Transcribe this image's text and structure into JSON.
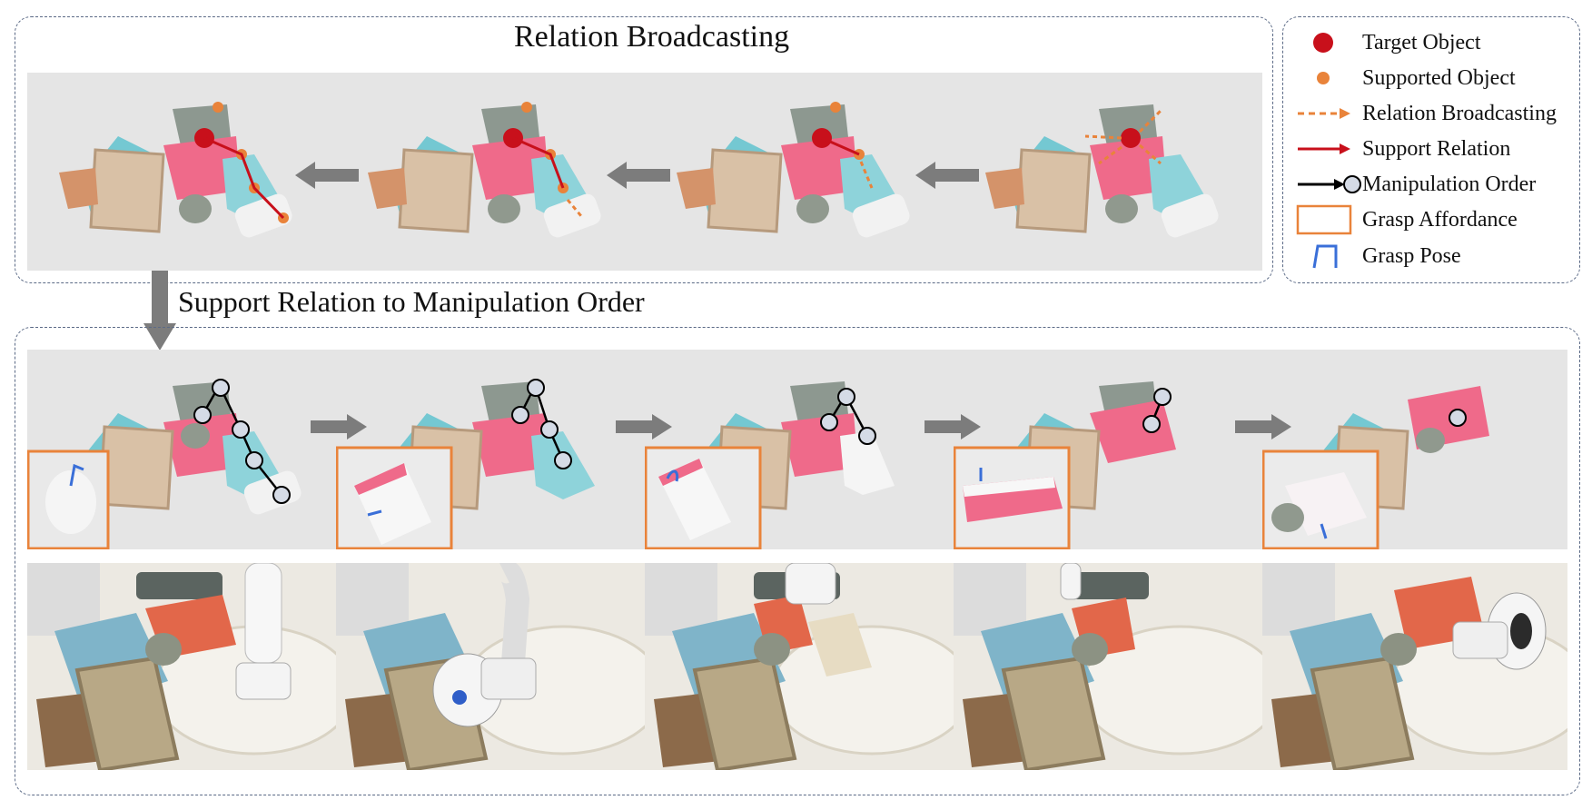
{
  "top_panel": {
    "title": "Relation Broadcasting"
  },
  "middle": {
    "title": "Support Relation to Manipulation Order"
  },
  "legend": {
    "items": [
      {
        "label": "Target Object",
        "symbol": "target-object-icon",
        "color": "#c8101b"
      },
      {
        "label": "Supported Object",
        "symbol": "supported-object-icon",
        "color": "#e9833a"
      },
      {
        "label": "Relation Broadcasting",
        "symbol": "dashed-arrow-icon",
        "color": "#e9833a"
      },
      {
        "label": "Support Relation",
        "symbol": "red-arrow-icon",
        "color": "#c8101b"
      },
      {
        "label": "Manipulation Order",
        "symbol": "order-arrow-icon",
        "color": "#000000"
      },
      {
        "label": "Grasp Affordance",
        "symbol": "affordance-box-icon",
        "color": "#e9833a"
      },
      {
        "label": "Grasp Pose",
        "symbol": "gripper-icon",
        "color": "#3a6fd8"
      }
    ]
  }
}
